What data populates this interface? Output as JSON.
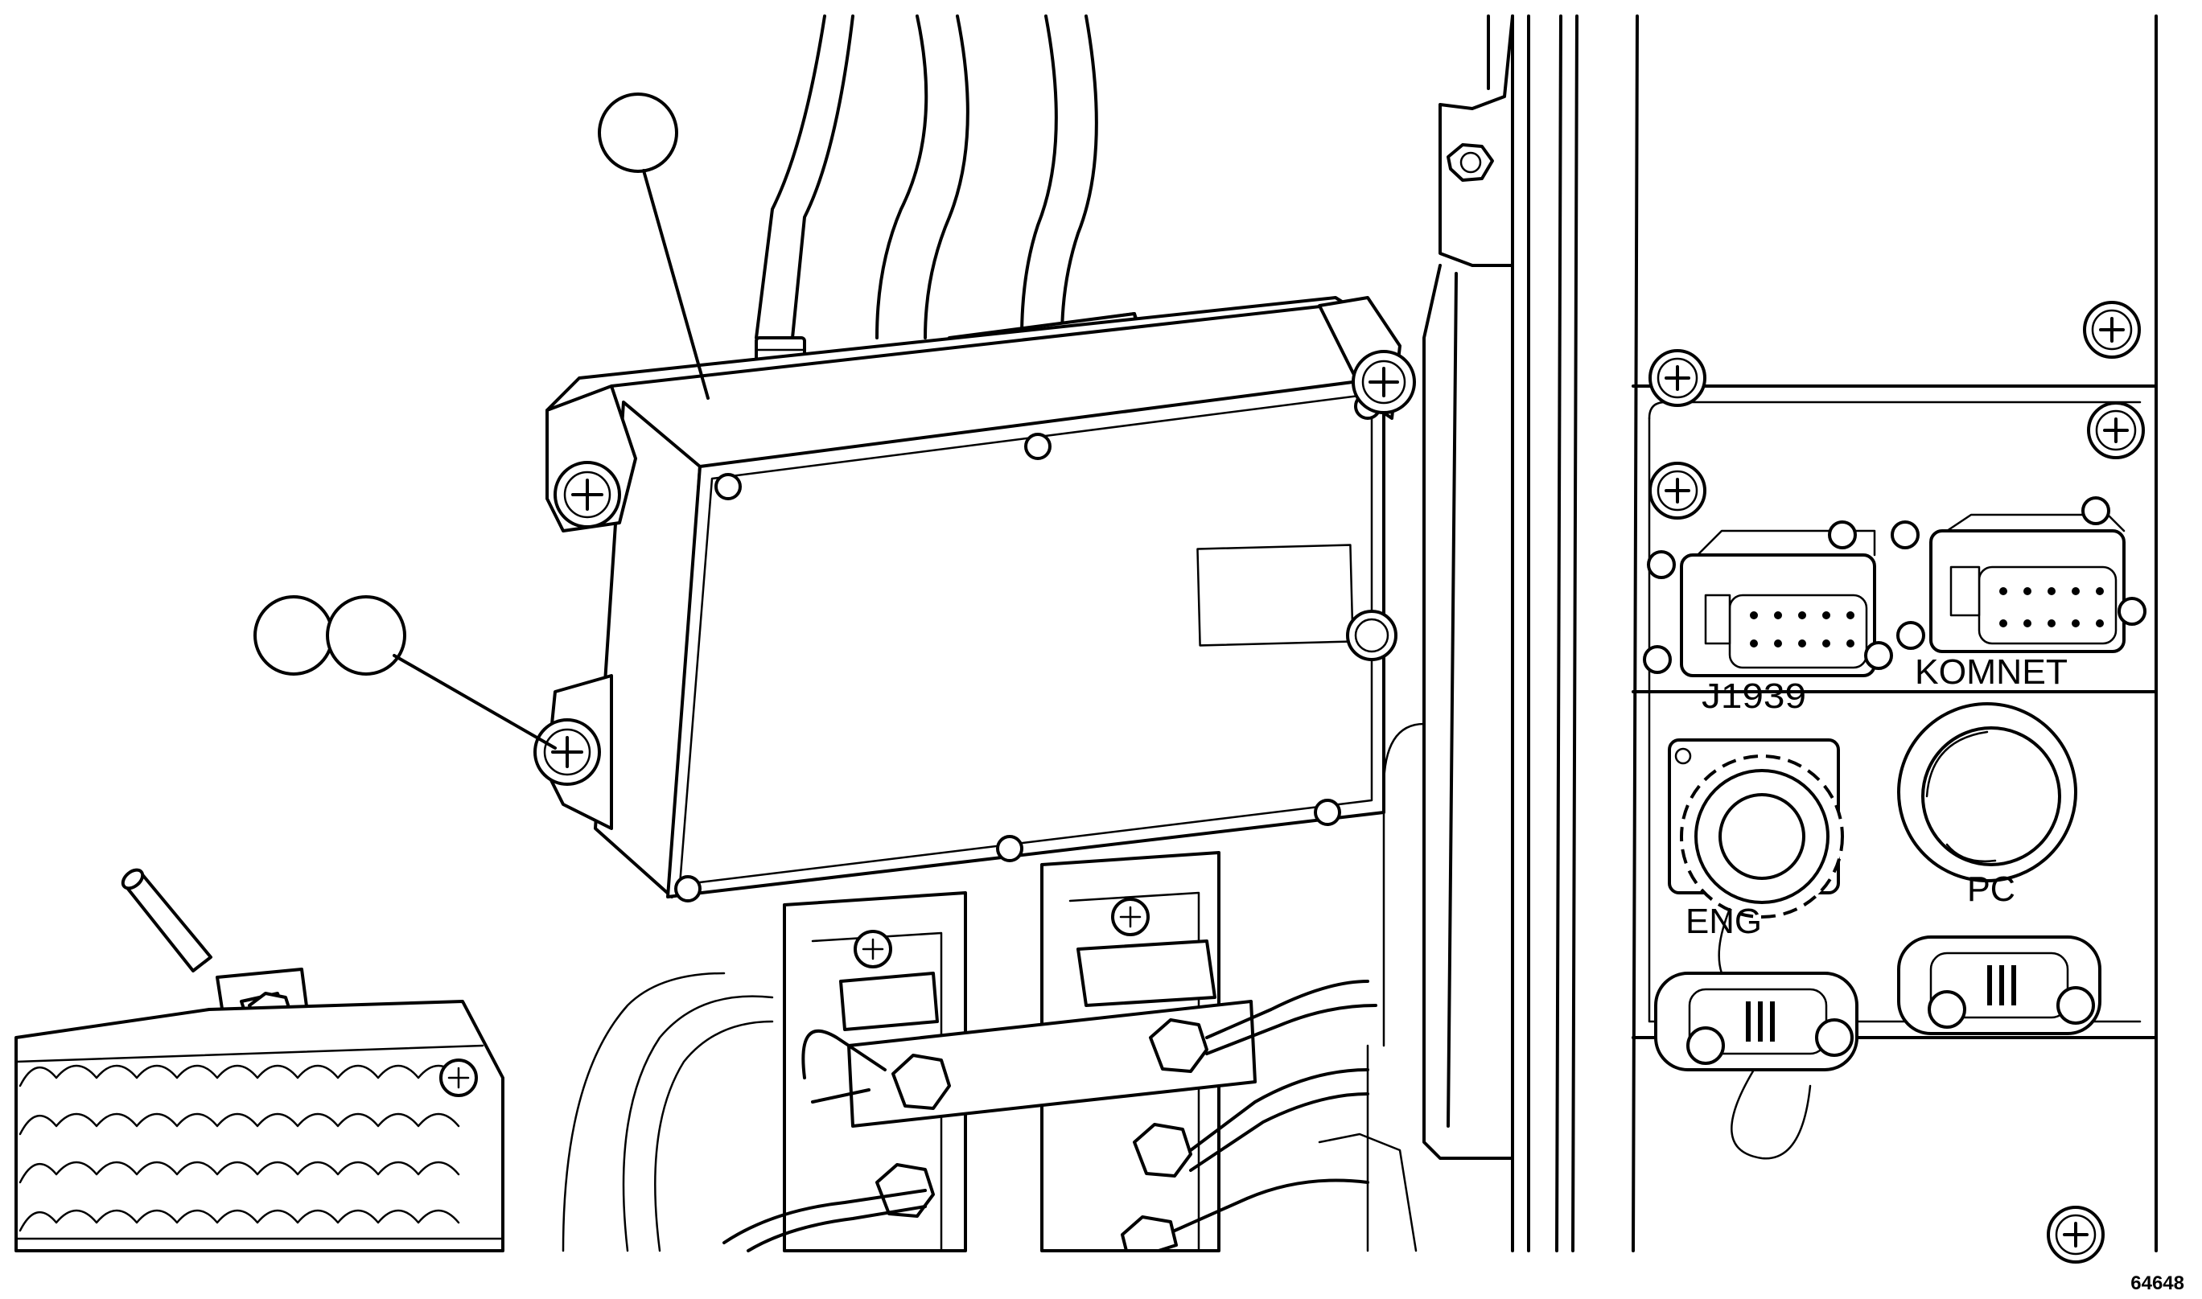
{
  "figure_number": "64648",
  "connector_labels": {
    "j1939": "J1939",
    "komnet": "KOMNET",
    "eng": "ENG",
    "pc": "PC"
  },
  "callouts": [
    {
      "id": "callout-1",
      "text": ""
    },
    {
      "id": "callout-2a",
      "text": ""
    },
    {
      "id": "callout-2b",
      "text": ""
    }
  ],
  "style": {
    "line_color": "#000000",
    "background": "#ffffff"
  }
}
